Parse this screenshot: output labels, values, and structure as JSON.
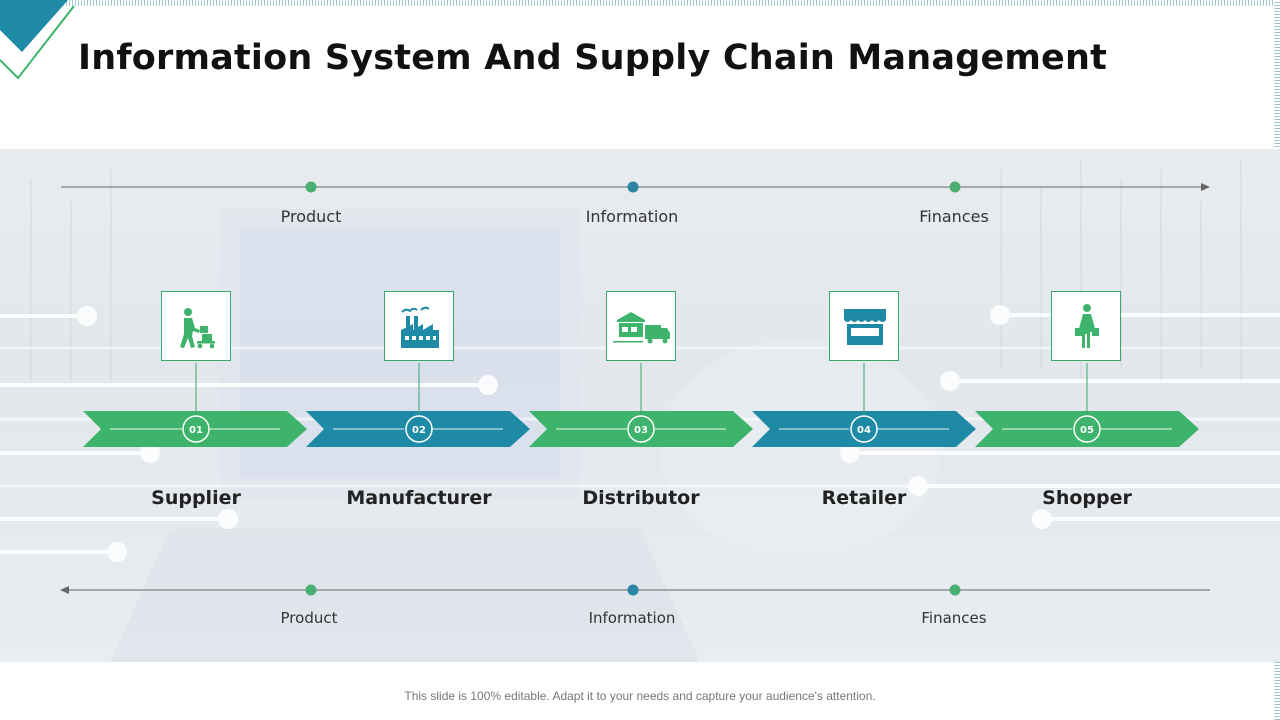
{
  "title": "Information System And Supply Chain Management",
  "top_flow": {
    "direction": "forward",
    "labels": [
      "Product",
      "Information",
      "Finances"
    ]
  },
  "bottom_flow": {
    "direction": "backward",
    "labels": [
      "Product",
      "Information",
      "Finances"
    ]
  },
  "stages": [
    {
      "number": "01",
      "label": "Supplier",
      "icon": "worker-cart-icon",
      "color": "#3db36b"
    },
    {
      "number": "02",
      "label": "Manufacturer",
      "icon": "factory-icon",
      "color": "#1f8aa6"
    },
    {
      "number": "03",
      "label": "Distributor",
      "icon": "warehouse-truck-icon",
      "color": "#3db36b"
    },
    {
      "number": "04",
      "label": "Retailer",
      "icon": "store-icon",
      "color": "#1f8aa6"
    },
    {
      "number": "05",
      "label": "Shopper",
      "icon": "shopper-icon",
      "color": "#3db36b"
    }
  ],
  "colors": {
    "green": "#3db36b",
    "blue": "#1f8aa6",
    "dot_green": "#4caf72",
    "dot_blue": "#2a86a3"
  },
  "footer": "This slide is 100% editable. Adapt it to your needs and capture your audience's attention."
}
